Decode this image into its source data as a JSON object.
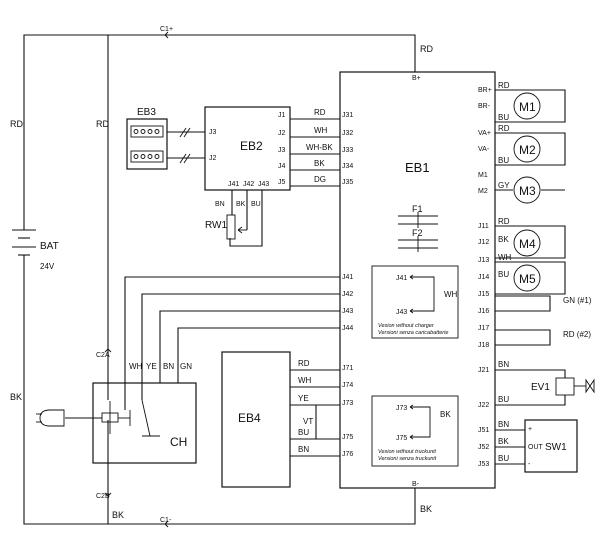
{
  "connectors": {
    "c1_plus": "C1+",
    "c1_minus": "C1-",
    "c2a": "C2A",
    "c2b": "C2B"
  },
  "battery": {
    "label": "BAT",
    "voltage": "24V"
  },
  "main_wires": {
    "rd_top": "RD",
    "rd_left": "RD",
    "rd_mid": "RD",
    "bk_left": "BK",
    "bk_bottom": "BK",
    "bk_right": "BK"
  },
  "eb1": {
    "label": "EB1",
    "b_plus": "B+",
    "b_minus": "B-",
    "pins_left": [
      "J31",
      "J32",
      "J33",
      "J34",
      "J35"
    ],
    "pins_j4": [
      "J41",
      "J42",
      "J43",
      "J44"
    ],
    "pins_j7": [
      "J71",
      "J74",
      "J73",
      "J75",
      "J76"
    ],
    "pins_motor": [
      "BR+",
      "BR-",
      "VA+",
      "VA-",
      "M1",
      "M2"
    ],
    "pins_j1": [
      "J11",
      "J12",
      "J13",
      "J14",
      "J15",
      "J16",
      "J17",
      "J18"
    ],
    "pins_j2": [
      "J21",
      "J22"
    ],
    "pins_j5": [
      "J51",
      "J52",
      "J53"
    ],
    "fuse1": "F1",
    "fuse2": "F2",
    "charger_box": {
      "pin_a": "J41",
      "pin_b": "J43",
      "wire": "WH",
      "note_en": "Vesion without charger",
      "note_it": "Versioni senza caricabatterie"
    },
    "truck_box": {
      "pin_a": "J73",
      "pin_b": "J75",
      "wire": "BK",
      "note_en": "Vesion without truckunit",
      "note_it": "Versioni senza truckunit"
    }
  },
  "eb2": {
    "label": "EB2",
    "pins_left": [
      "J3",
      "J2"
    ],
    "pins_right": [
      "J1",
      "J2",
      "J3",
      "J4",
      "J5"
    ],
    "pins_bottom": [
      "J41",
      "J42",
      "J43"
    ],
    "wires": [
      "RD",
      "WH",
      "WH-BK",
      "BK",
      "DG"
    ],
    "bottom_wires": [
      "BN",
      "BK",
      "BU"
    ]
  },
  "eb3": {
    "label": "EB3"
  },
  "rw1": {
    "label": "RW1"
  },
  "motors": {
    "m1": "M1",
    "m2": "M2",
    "m3": "M3",
    "m4": "M4",
    "m5": "M5"
  },
  "motor_wires": {
    "m1": [
      "RD",
      "BU"
    ],
    "m2": [
      "RD",
      "BU"
    ],
    "m3": [
      "GY"
    ],
    "m4": [
      "RD",
      "BK"
    ],
    "m5": [
      "WH",
      "BU"
    ],
    "gn": "GN (#1)",
    "rd": "RD (#2)"
  },
  "ch": {
    "label": "CH",
    "wires": [
      "WH",
      "YE",
      "BN",
      "GN"
    ]
  },
  "eb4": {
    "label": "EB4",
    "wires": [
      "RD",
      "WH",
      "YE",
      "BU",
      "BN"
    ],
    "vt": "VT"
  },
  "ev1": {
    "label": "EV1",
    "wires": [
      "BN",
      "BU"
    ]
  },
  "sw1": {
    "label": "SW1",
    "wires": [
      "BN",
      "BK",
      "BU"
    ],
    "plus": "+",
    "out": "OUT",
    "minus": "-"
  }
}
